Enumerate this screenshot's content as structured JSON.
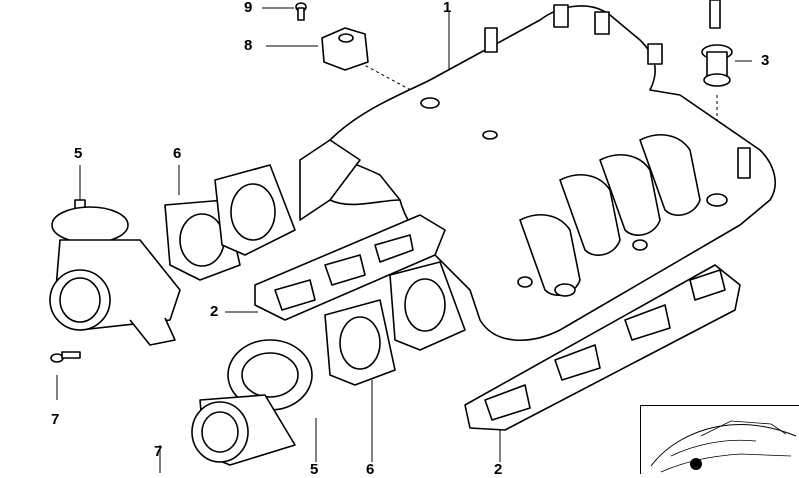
{
  "diagram": {
    "callouts": [
      {
        "id": "c9",
        "text": "9"
      },
      {
        "id": "c1",
        "text": "1"
      },
      {
        "id": "c8",
        "text": "8"
      },
      {
        "id": "c3",
        "text": "3"
      },
      {
        "id": "c5a",
        "text": "5"
      },
      {
        "id": "c6a",
        "text": "6"
      },
      {
        "id": "c2a",
        "text": "2"
      },
      {
        "id": "c7a",
        "text": "7"
      },
      {
        "id": "c7b",
        "text": "7"
      },
      {
        "id": "c5b",
        "text": "5"
      },
      {
        "id": "c6b",
        "text": "6"
      },
      {
        "id": "c2b",
        "text": "2"
      }
    ]
  }
}
